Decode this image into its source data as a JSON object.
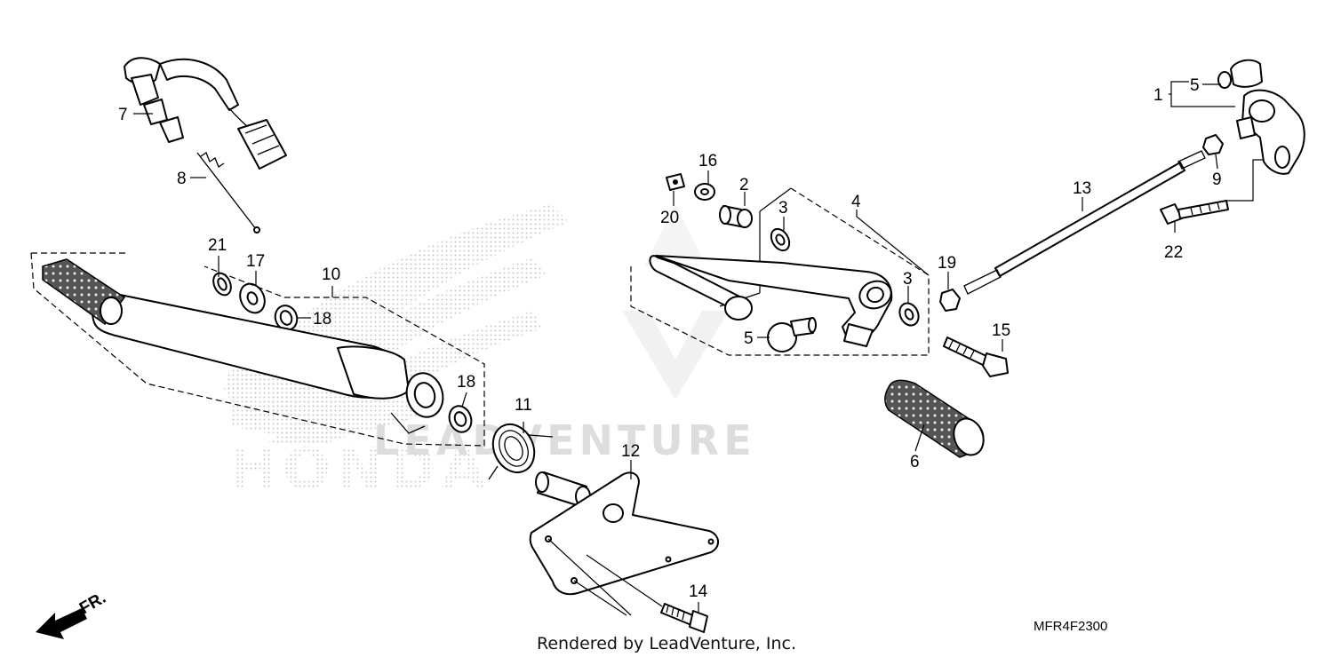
{
  "diagram": {
    "callouts": {
      "c1": "1",
      "c2": "2",
      "c3a": "3",
      "c3b": "3",
      "c4": "4",
      "c5a": "5",
      "c5b": "5",
      "c6": "6",
      "c7": "7",
      "c8": "8",
      "c9": "9",
      "c10": "10",
      "c11": "11",
      "c12": "12",
      "c13": "13",
      "c14": "14",
      "c15": "15",
      "c16": "16",
      "c17": "17",
      "c18a": "18",
      "c18b": "18",
      "c19": "19",
      "c20": "20",
      "c21": "21",
      "c22": "22"
    },
    "direction_label": "FR.",
    "diagram_code": "MFR4F2300",
    "watermark_brand": "HONDA",
    "watermark_text": "LEADVENTURE",
    "rendered_by": "Rendered by LeadVenture, Inc."
  },
  "colors": {
    "ink": "#000000",
    "watermark": "#d8d8d8",
    "background": "#ffffff"
  }
}
